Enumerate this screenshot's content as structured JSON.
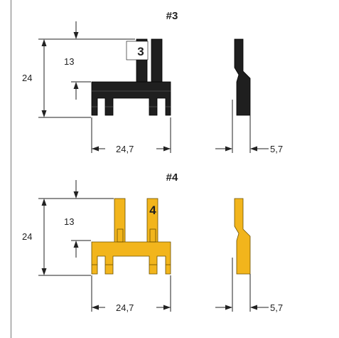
{
  "colors": {
    "black_part": "#1f1f1f",
    "yellow_part": "#f2b51c",
    "line": "#222222",
    "border": "#777777"
  },
  "sections": [
    {
      "title": "#3",
      "part_number": "3",
      "part_color": "black",
      "dims": {
        "height_total": "24",
        "height_upper": "13",
        "width": "24,7",
        "thickness": "5,7"
      }
    },
    {
      "title": "#4",
      "part_number": "4",
      "part_color": "yellow",
      "dims": {
        "height_total": "24",
        "height_upper": "13",
        "width": "24,7",
        "thickness": "5,7"
      }
    }
  ]
}
